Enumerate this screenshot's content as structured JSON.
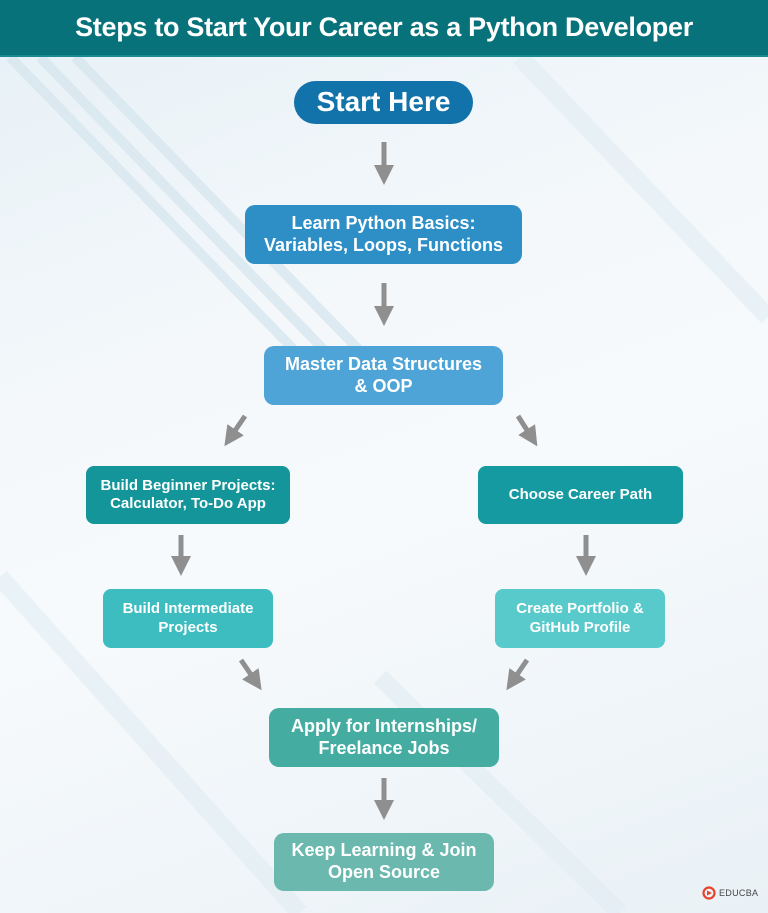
{
  "header": {
    "title": "Steps to Start Your Career as a Python Developer"
  },
  "nodes": {
    "start": "Start Here",
    "basics": "Learn Python Basics:\nVariables, Loops, Functions",
    "data_structures": "Master Data Structures\n& OOP",
    "beginner_projects": "Build Beginner Projects:\nCalculator, To-Do App",
    "career_path": "Choose Career Path",
    "intermediate_projects": "Build Intermediate\nProjects",
    "portfolio": "Create Portfolio &\nGitHub Profile",
    "apply": "Apply for Internships/\nFreelance Jobs",
    "keep_learning": "Keep Learning & Join\nOpen Source"
  },
  "edges": [
    {
      "from": "start",
      "to": "basics"
    },
    {
      "from": "basics",
      "to": "data_structures"
    },
    {
      "from": "data_structures",
      "to": "beginner_projects"
    },
    {
      "from": "data_structures",
      "to": "career_path"
    },
    {
      "from": "beginner_projects",
      "to": "intermediate_projects"
    },
    {
      "from": "career_path",
      "to": "portfolio"
    },
    {
      "from": "intermediate_projects",
      "to": "apply"
    },
    {
      "from": "portfolio",
      "to": "apply"
    },
    {
      "from": "apply",
      "to": "keep_learning"
    }
  ],
  "branding": {
    "logo_text": "EDUCBA",
    "logo_icon": "educba-logo-icon"
  },
  "colors": {
    "header_bg": "#07727a",
    "arrow": "#8f8f8f",
    "start": "#1272aa",
    "basics": "#2e8ec6",
    "data_structures": "#4ea4d6",
    "beginner_projects": "#14959a",
    "career_path": "#169aa2",
    "intermediate_projects": "#3dbdc0",
    "portfolio": "#59cacb",
    "apply": "#45aca2",
    "keep_learning": "#6ab8ae",
    "logo_accent": "#e8412c"
  }
}
